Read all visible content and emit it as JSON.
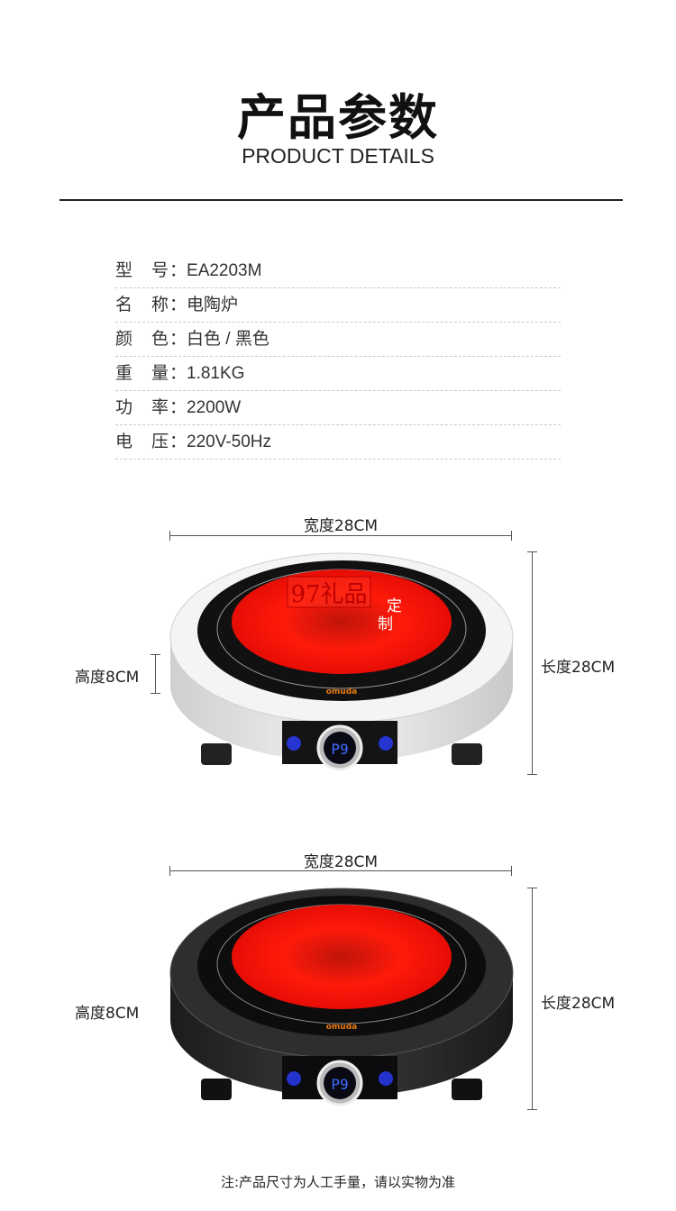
{
  "header": {
    "title": "产品参数",
    "subtitle": "PRODUCT DETAILS"
  },
  "specs": [
    {
      "k1": "型",
      "k2": "号",
      "value": "EA2203M"
    },
    {
      "k1": "名",
      "k2": "称",
      "value": "电陶炉"
    },
    {
      "k1": "颜",
      "k2": "色",
      "value": "白色 / 黑色"
    },
    {
      "k1": "重",
      "k2": "量",
      "value": "1.81KG"
    },
    {
      "k1": "功",
      "k2": "率",
      "value": "2200W"
    },
    {
      "k1": "电",
      "k2": "压",
      "value": "220V-50Hz"
    }
  ],
  "products": [
    {
      "variant": "white",
      "width_label": "宽度28CM",
      "length_label": "长度28CM",
      "height_label": "高度8CM",
      "brand": "omuda",
      "display": "P9",
      "watermark": "97礼品",
      "watermark2": "定制"
    },
    {
      "variant": "black",
      "width_label": "宽度28CM",
      "length_label": "长度28CM",
      "height_label": "高度8CM",
      "brand": "omuda",
      "display": "P9"
    }
  ],
  "colors": {
    "glow": "#ff1a0a",
    "white_body": "#e9e9ea",
    "black_body": "#2a2a2c",
    "display": "#3a6dff"
  },
  "note": "注:产品尺寸为人工手量，请以实物为准"
}
